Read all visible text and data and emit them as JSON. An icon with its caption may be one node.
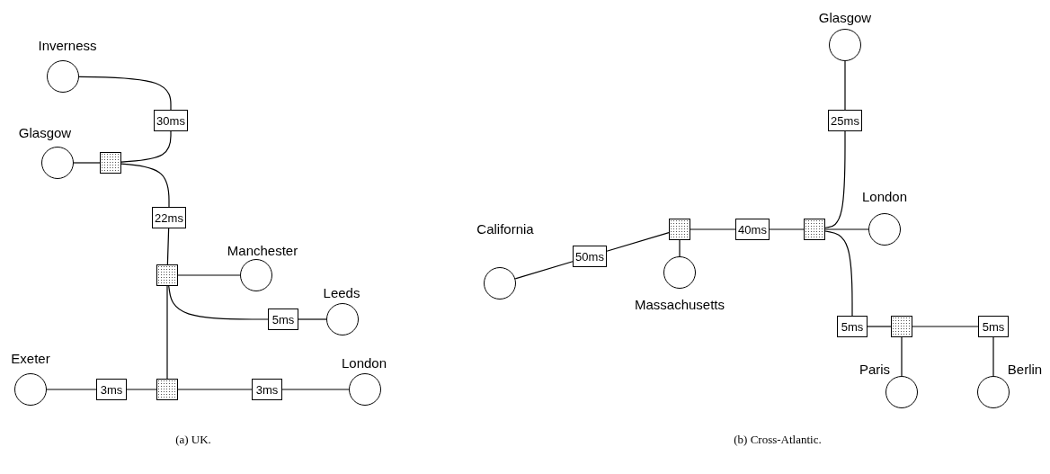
{
  "diagram": {
    "nodes": [
      {
        "text": [
          "Inverness"
        ]
      },
      {
        "text": [
          "30ms"
        ]
      },
      {
        "text": [
          "Glasgow"
        ]
      },
      {
        "text": [],
        "shape": "box"
      },
      {
        "text": [
          "22ms"
        ]
      },
      {
        "text": [
          "Manchester"
        ]
      },
      {
        "text": [],
        "shape": "box"
      },
      {
        "text": [
          "Leeds"
        ]
      },
      {
        "text": [
          "5ms"
        ]
      },
      {
        "text": [
          "Exeter"
        ]
      },
      {
        "text": [
          "London"
        ]
      },
      {
        "text": [
          "3ms"
        ]
      },
      {
        "text": [],
        "shape": "box"
      },
      {
        "text": [
          "3ms"
        ]
      },
      {
        "text": [
          "Glasgow"
        ]
      },
      {
        "text": [
          "25ms"
        ]
      },
      {
        "text": [
          "London"
        ]
      },
      {
        "text": [
          "California"
        ]
      },
      {
        "text": [],
        "shape": "box"
      },
      {
        "text": [
          "40ms"
        ]
      },
      {
        "text": [],
        "shape": "box"
      },
      {
        "text": [
          "50ms"
        ]
      },
      {
        "text": [
          "Massachusetts"
        ]
      },
      {
        "text": [
          "5ms"
        ]
      },
      {
        "text": [],
        "shape": "box"
      },
      {
        "text": [
          "5ms"
        ]
      },
      {
        "text": [
          "Paris"
        ]
      },
      {
        "text": [
          "Berlin"
        ]
      }
    ],
    "edges": [
      {
        "from": 0,
        "to": 1,
        "arrow": "none"
      },
      {
        "from": 1,
        "to": 3,
        "arrow": "none"
      },
      {
        "from": 2,
        "to": 3,
        "arrow": "none"
      },
      {
        "from": 3,
        "to": 4,
        "arrow": "none"
      },
      {
        "from": 4,
        "to": 6,
        "arrow": "none"
      },
      {
        "from": 6,
        "to": 5,
        "arrow": "none"
      },
      {
        "from": 6,
        "to": 8,
        "arrow": "none"
      },
      {
        "from": 8,
        "to": 7,
        "arrow": "none"
      },
      {
        "from": 6,
        "to": 12,
        "arrow": "none"
      },
      {
        "from": 9,
        "to": 11,
        "arrow": "none"
      },
      {
        "from": 11,
        "to": 12,
        "arrow": "none"
      },
      {
        "from": 12,
        "to": 13,
        "arrow": "none"
      },
      {
        "from": 13,
        "to": 10,
        "arrow": "none"
      },
      {
        "from": 14,
        "to": 15,
        "arrow": "none"
      },
      {
        "from": 15,
        "to": 20,
        "arrow": "none"
      },
      {
        "from": 20,
        "to": 16,
        "arrow": "none"
      },
      {
        "from": 18,
        "to": 19,
        "arrow": "none"
      },
      {
        "from": 19,
        "to": 20,
        "arrow": "none"
      },
      {
        "from": 22,
        "to": 18,
        "arrow": "none"
      },
      {
        "from": 17,
        "to": 21,
        "arrow": "none"
      },
      {
        "from": 21,
        "to": 18,
        "arrow": "none"
      },
      {
        "from": 20,
        "to": 23,
        "arrow": "none"
      },
      {
        "from": 23,
        "to": 24,
        "arrow": "none"
      },
      {
        "from": 24,
        "to": 26,
        "arrow": "none"
      },
      {
        "from": 24,
        "to": 25,
        "arrow": "none"
      },
      {
        "from": 25,
        "to": 27,
        "arrow": "none"
      }
    ],
    "labels": [
      "(a) UK.",
      "(b) Cross-Atlantic."
    ]
  }
}
